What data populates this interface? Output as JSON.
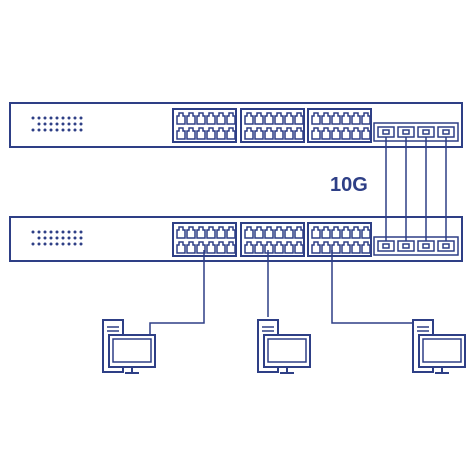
{
  "diagram": {
    "uplink_label": "10G",
    "colors": {
      "line": "#2e3f86",
      "background": "#ffffff"
    },
    "devices": {
      "switches": [
        "switch-top",
        "switch-bottom"
      ],
      "computers": [
        "computer-left",
        "computer-center",
        "computer-right"
      ]
    },
    "ports_per_group": 12,
    "port_groups_per_switch": 3,
    "sfp_ports_per_switch": 4
  }
}
